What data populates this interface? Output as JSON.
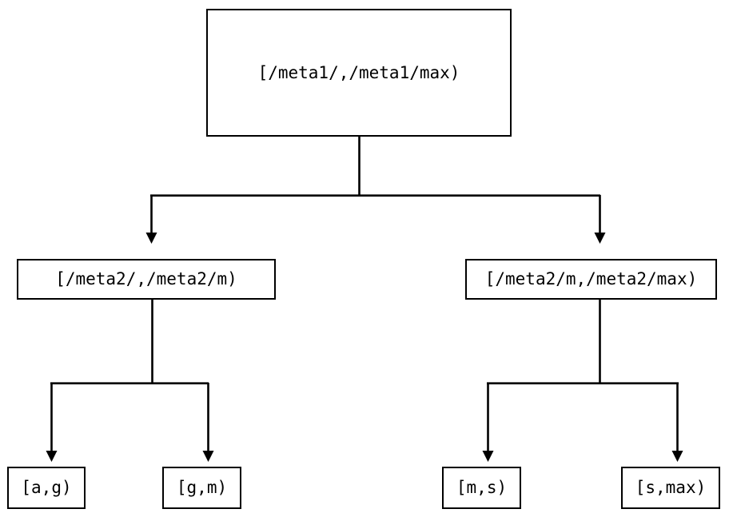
{
  "diagram": {
    "type": "interval-partition-tree",
    "background_color": "#ffffff",
    "stroke_color": "#000000",
    "nodes": {
      "root": {
        "label": "[/meta1/,/meta1/max)",
        "level": 0
      },
      "left_branch": {
        "label": "[/meta2/,/meta2/m)",
        "level": 1
      },
      "right_branch": {
        "label": "[/meta2/m,/meta2/max)",
        "level": 1
      },
      "leaf_a_g": {
        "label": "[a,g)",
        "level": 2
      },
      "leaf_g_m": {
        "label": "[g,m)",
        "level": 2
      },
      "leaf_m_s": {
        "label": "[m,s)",
        "level": 2
      },
      "leaf_s_max": {
        "label": "[s,max)",
        "level": 2
      }
    },
    "edges": [
      {
        "from": "root",
        "to": "left_branch",
        "arrow": "down"
      },
      {
        "from": "root",
        "to": "right_branch",
        "arrow": "down"
      },
      {
        "from": "left_branch",
        "to": "leaf_a_g",
        "arrow": "down"
      },
      {
        "from": "left_branch",
        "to": "leaf_g_m",
        "arrow": "down"
      },
      {
        "from": "right_branch",
        "to": "leaf_m_s",
        "arrow": "down"
      },
      {
        "from": "right_branch",
        "to": "leaf_s_max",
        "arrow": "down"
      }
    ]
  }
}
